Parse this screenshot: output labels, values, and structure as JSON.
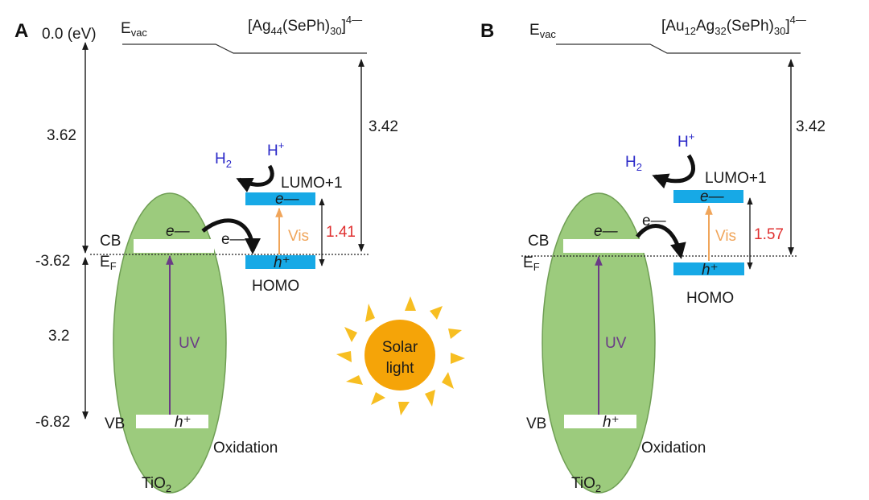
{
  "colors": {
    "tio2_fill": "#9ccb7d",
    "tio2_stroke": "#6f9e54",
    "cluster_level": "#17a9e6",
    "uv_arrow": "#6a3b86",
    "vis_arrow": "#f0a55a",
    "gap_value": "#e03030",
    "hydrogen_text": "#2a28c8",
    "sun_rays": "#f7be21",
    "sun_core": "#f5a408",
    "level_line": "#333333"
  },
  "sun": {
    "line1": "Solar",
    "line2": "light"
  },
  "panels": [
    {
      "id": "A",
      "label": "A",
      "cluster_formula": {
        "base_1": "[Ag",
        "sub_1": "44",
        "base_2": "(SePh)",
        "sub_2": "30",
        "base_3": "]",
        "charge": "4—"
      },
      "vacuum_label": {
        "main": "E",
        "sub": "vac"
      },
      "energy_ticks": {
        "top": "0.0 (eV)",
        "cb": "-3.62",
        "vb": "-6.82"
      },
      "interval_labels": {
        "upper": "3.62",
        "lower": "3.2"
      },
      "cluster_to_vacuum": "3.42",
      "band_labels": {
        "cb": "CB",
        "fermi_main": "E",
        "fermi_sub": "F",
        "vb": "VB"
      },
      "cb_carrier": "e—",
      "transfer_carrier": "e—",
      "vb_carrier": "h⁺",
      "uv_label": "UV",
      "oxidation": "Oxidation",
      "tio2": {
        "main": "TiO",
        "sub": "2"
      },
      "lumo_label": "LUMO+1",
      "lumo_carrier": "e—",
      "homo_label": "HOMO",
      "homo_carrier": "h⁺",
      "vis_label": "Vis",
      "gap_value": "1.41",
      "h2": {
        "main": "H",
        "sub": "2"
      },
      "hplus": {
        "main": "H",
        "sup": "+"
      }
    },
    {
      "id": "B",
      "label": "B",
      "cluster_formula": {
        "base_1": "[Au",
        "sub_1": "12",
        "base_2": "Ag",
        "sub_2": "32",
        "base_3": "(SePh)",
        "sub_3": "30",
        "base_4": "]",
        "charge": "4—"
      },
      "vacuum_label": {
        "main": "E",
        "sub": "vac"
      },
      "cluster_to_vacuum": "3.42",
      "band_labels": {
        "cb": "CB",
        "fermi_main": "E",
        "fermi_sub": "F",
        "vb": "VB"
      },
      "cb_carrier": "e—",
      "transfer_carrier": "e—",
      "vb_carrier": "h⁺",
      "uv_label": "UV",
      "oxidation": "Oxidation",
      "tio2": {
        "main": "TiO",
        "sub": "2"
      },
      "lumo_label": "LUMO+1",
      "lumo_carrier": "e—",
      "homo_label": "HOMO",
      "homo_carrier": "h⁺",
      "vis_label": "Vis",
      "gap_value": "1.57",
      "h2": {
        "main": "H",
        "sub": "2"
      },
      "hplus": {
        "main": "H",
        "sup": "+"
      }
    }
  ]
}
